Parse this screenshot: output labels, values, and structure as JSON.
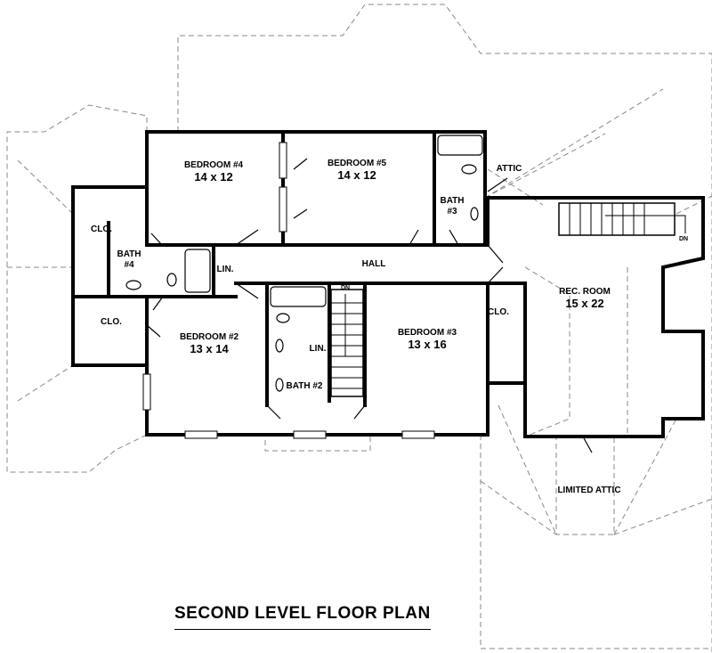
{
  "title": "SECOND LEVEL FLOOR PLAN",
  "rooms": {
    "bedroom4": {
      "name": "BEDROOM #4",
      "size": "14 x 12"
    },
    "bedroom5": {
      "name": "BEDROOM #5",
      "size": "14 x 12"
    },
    "bedroom2": {
      "name": "BEDROOM #2",
      "size": "13 x 14"
    },
    "bedroom3": {
      "name": "BEDROOM #3",
      "size": "13 x 16"
    },
    "rec_room": {
      "name": "REC. ROOM",
      "size": "15 x 22"
    },
    "bath3": {
      "name": "BATH",
      "num": "#3"
    },
    "bath4": {
      "name": "BATH",
      "num": "#4"
    },
    "bath2": "BATH #2",
    "attic": "ATTIC",
    "limited_attic": "LIMITED ATTIC",
    "hall": "HALL",
    "clo_left_top": "CLO.",
    "clo_left_bottom": "CLO.",
    "clo_rec": "CLO.",
    "lin_hall": "LIN.",
    "lin_bath2": "LIN.",
    "dn_main": "DN",
    "dn_rec": "DN"
  }
}
